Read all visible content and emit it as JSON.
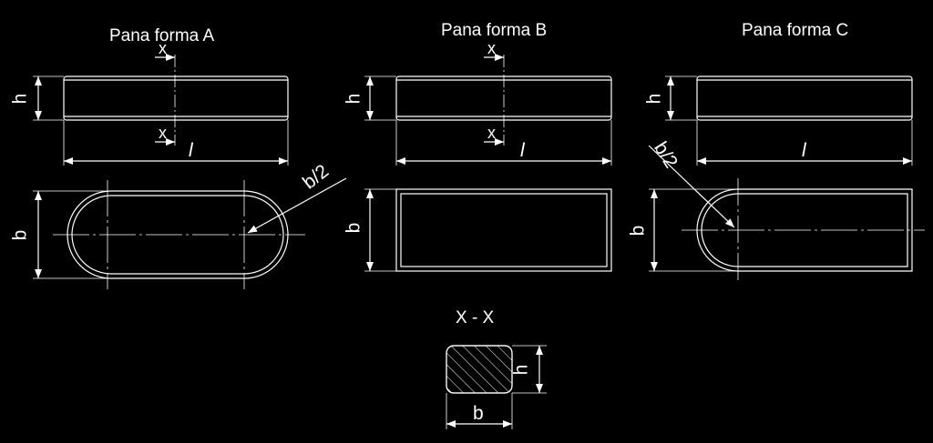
{
  "titles": {
    "form_a": "Pana  forma A",
    "form_b": "Pana  forma B",
    "form_c": "Pana  forma C",
    "section": "X - X"
  },
  "labels": {
    "h": "h",
    "b": "b",
    "l": "l",
    "x": "x",
    "b_half": "b/2"
  },
  "colors": {
    "background": "#000000",
    "line": "#ffffff"
  }
}
